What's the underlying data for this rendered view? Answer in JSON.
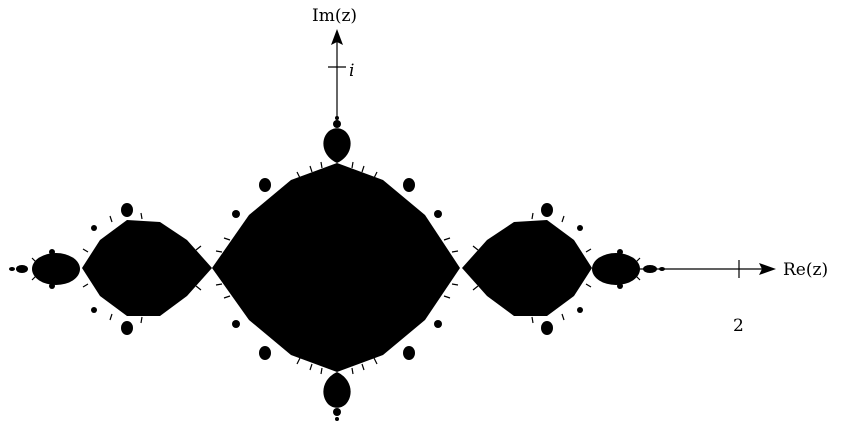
{
  "axes": {
    "imaginary_label": "Im(z)",
    "real_label": "Re(z)",
    "imaginary_tick_label": "i",
    "real_tick_label": "2"
  },
  "colors": {
    "fractal": "#000000",
    "axis": "#000000",
    "background": "#ffffff"
  }
}
